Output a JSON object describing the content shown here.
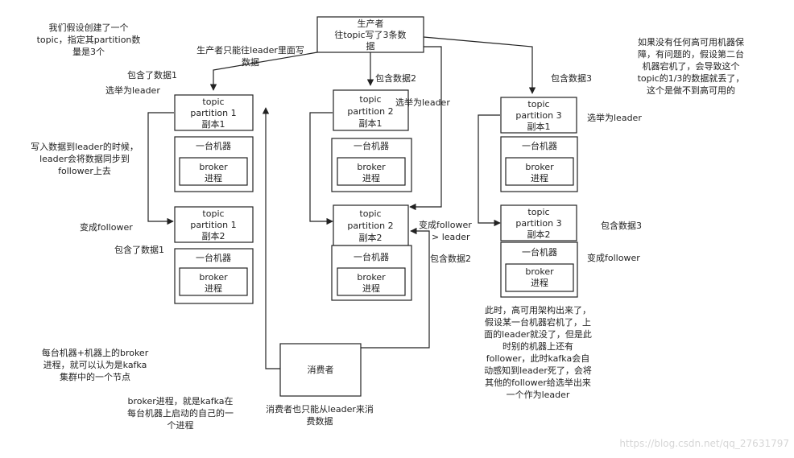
{
  "producer": {
    "title": "生产者",
    "line2": "往topic写了3条数",
    "line3": "据"
  },
  "consumer": {
    "label": "消费者"
  },
  "partition_nodes": [
    {
      "l1": "topic",
      "l2": "partition 1",
      "l3": "副本1"
    },
    {
      "l1": "topic",
      "l2": "partition 1",
      "l3": "副本2"
    },
    {
      "l1": "topic",
      "l2": "partition 2",
      "l3": "副本1"
    },
    {
      "l1": "topic",
      "l2": "partition 2",
      "l3": "副本2"
    },
    {
      "l1": "topic",
      "l2": "partition 3",
      "l3": "副本1"
    },
    {
      "l1": "topic",
      "l2": "partition 3",
      "l3": "副本2"
    }
  ],
  "machine": {
    "label": "一台机器",
    "broker": "broker",
    "process": "进程"
  },
  "notes": {
    "topic_intro": [
      "我们假设创建了一个",
      "topic，指定其partition数",
      "量是3个"
    ],
    "producer_leader_only": [
      "生产者只能往leader里面写",
      "数据"
    ],
    "contains_data1_a": "包含了数据1",
    "elected_leader_1": "选举为leader",
    "write_sync": [
      "写入数据到leader的时候，",
      "leader会将数据同步到",
      "follower上去"
    ],
    "become_follower_1": "变成follower",
    "contains_data1_b": "包含了数据1",
    "contains_data2_a": "包含数据2",
    "elected_leader_2": "选举为leader",
    "follower_to_leader": [
      "变成follower",
      "> leader"
    ],
    "contains_data2_b": "包含数据2",
    "contains_data3_a": "包含数据3",
    "elected_leader_3": "选举为leader",
    "contains_data3_b": "包含数据3",
    "become_follower_3": "变成follower",
    "no_ha": [
      "如果没有任何高可用机器保",
      "障，有问题的，假设第二台",
      "机器宕机了，会导致这个",
      "topic的1/3的数据就丢了，",
      "这个是做不到高可用的"
    ],
    "ha_arch": [
      "此时，高可用架构出来了，",
      "假设某一台机器宕机了，上",
      "面的leader就没了，但是此",
      "时别的机器上还有",
      "follower，此时kafka会自",
      "动感知到leader死了，会将",
      "其他的follower给选举出来",
      "一个作为leader"
    ],
    "node_def": [
      "每台机器+机器上的broker",
      "进程，就可以认为是kafka",
      "集群中的一个节点"
    ],
    "broker_def": [
      "broker进程，就是kafka在",
      "每台机器上启动的自己的一",
      "个进程"
    ],
    "consumer_leader_only": [
      "消费者也只能从leader来消",
      "费数据"
    ]
  },
  "watermark": "https://blog.csdn.net/qq_27631797"
}
